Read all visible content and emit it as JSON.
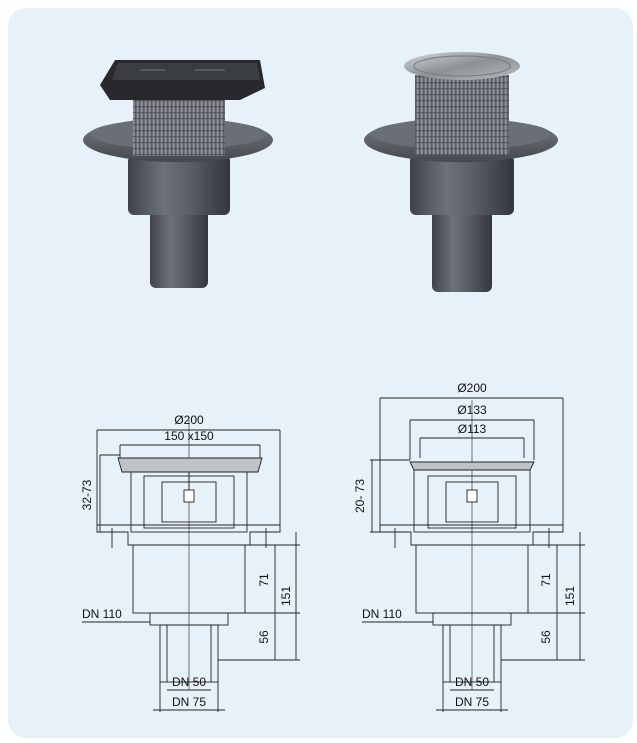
{
  "colors": {
    "panel_bg": "#e7f1fa",
    "line": "#222222",
    "body_gray": "#575b63",
    "black_grate": "#1e2024",
    "steel": "#9a9ea3"
  },
  "products": [
    {
      "name": "drain-with-square-grate",
      "grate": "square-black"
    },
    {
      "name": "drain-with-round-grate",
      "grate": "round-stainless"
    }
  ],
  "drawing_left": {
    "dim_outer": "Ø200",
    "dim_grate": "150 x150",
    "dim_height_adj": "32-73",
    "dim_71": "71",
    "dim_56": "56",
    "dim_151": "151",
    "dn_110": "DN 110",
    "dn_50": "DN 50",
    "dn_75": "DN 75"
  },
  "drawing_right": {
    "dim_outer": "Ø200",
    "dim_133": "Ø133",
    "dim_113": "Ø113",
    "dim_height_adj": "20- 73",
    "dim_71": "71",
    "dim_56": "56",
    "dim_151": "151",
    "dn_110": "DN 110",
    "dn_50": "DN 50",
    "dn_75": "DN 75"
  }
}
